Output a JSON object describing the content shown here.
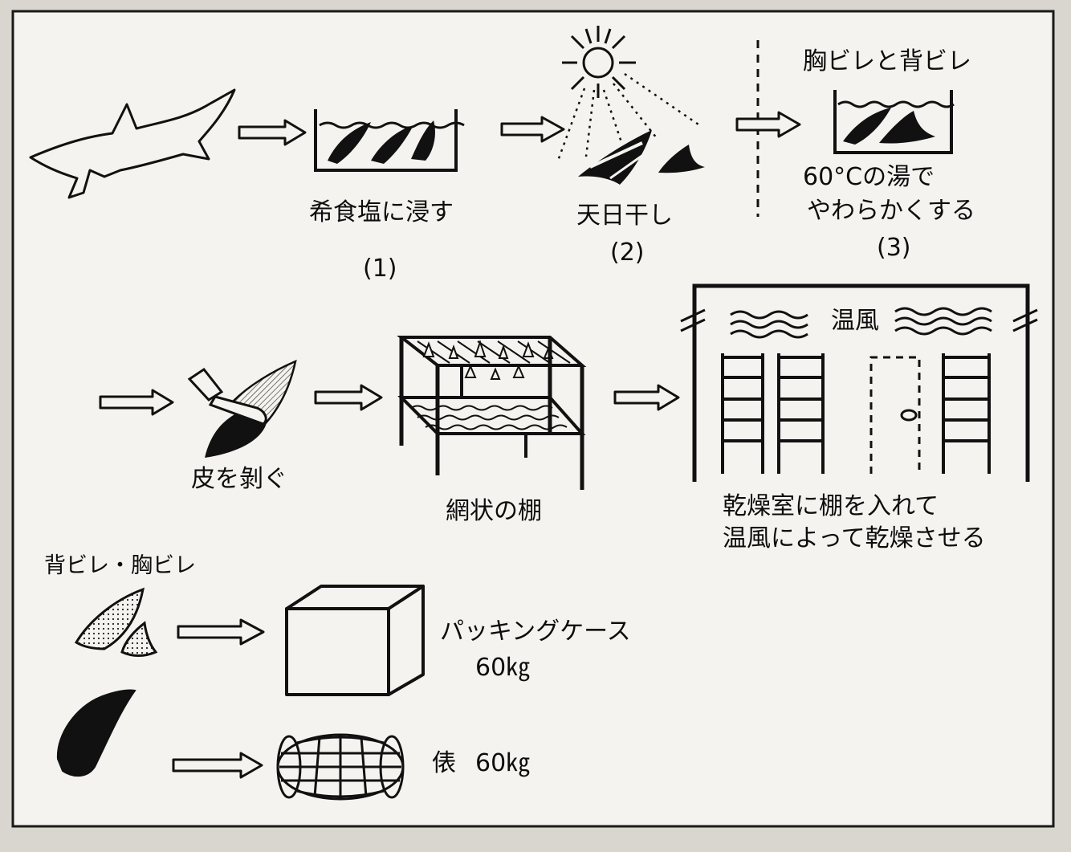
{
  "colors": {
    "paper": "#f4f3ef",
    "ink": "#101010",
    "background": "#d9d6d0"
  },
  "step1": {
    "label": "希食塩に浸す",
    "number": "(1)"
  },
  "step2": {
    "label": "天日干し",
    "number": "(2)"
  },
  "step3": {
    "title": "胸ビレと背ビレ",
    "line1": "60°Cの湯で",
    "line2": "やわらかくする",
    "number": "(3)"
  },
  "skin_label": "皮を剝ぐ",
  "rack_label": "網状の棚",
  "dryroom": {
    "warm_air": "温風",
    "line1": "乾燥室に棚を入れて",
    "line2": "温風によって乾燥させる"
  },
  "packing": {
    "fins_label": "背ビレ・胸ビレ",
    "case_label": "パッキングケース",
    "case_weight": "60㎏",
    "bale_label": "俵",
    "bale_weight": "60㎏"
  }
}
